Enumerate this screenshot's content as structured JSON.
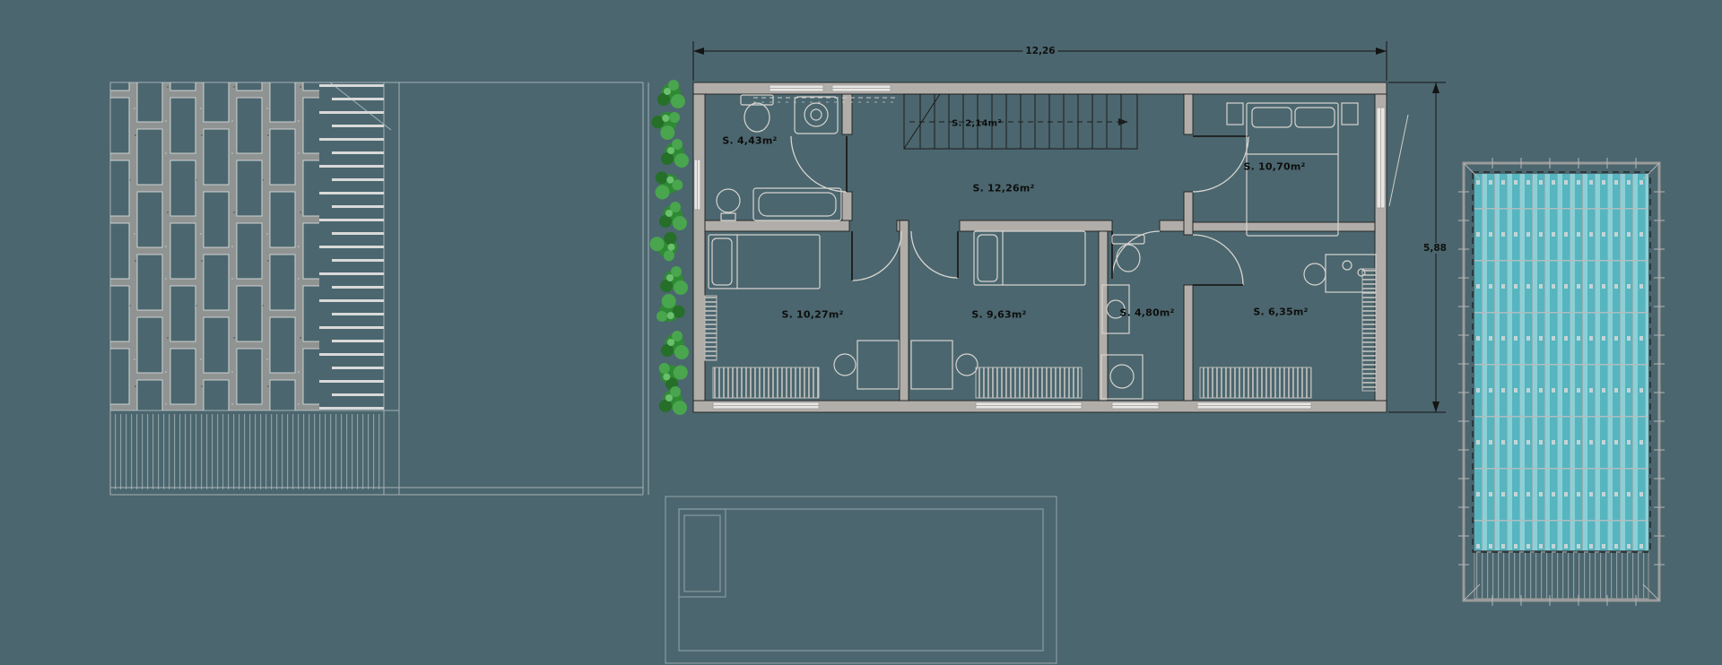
{
  "drawing": {
    "type": "architectural floor plan – upper storey with terrace, hedge and pool",
    "background_color": "#4B666E"
  },
  "dimensions": {
    "top_width": "12,26",
    "right_height": "5,88"
  },
  "rooms": [
    {
      "id": "bathroom-top",
      "label": "S. 4,43m²"
    },
    {
      "id": "staircase",
      "label": "S. 2,14m²"
    },
    {
      "id": "hall",
      "label": "S. 12,26m²"
    },
    {
      "id": "bedroom-ne",
      "label": "S. 10,70m²"
    },
    {
      "id": "bedroom-sw",
      "label": "S. 10,27m²"
    },
    {
      "id": "bedroom-s",
      "label": "S. 9,63m²"
    },
    {
      "id": "bathroom-small",
      "label": "S. 4,80m²"
    },
    {
      "id": "room-se",
      "label": "S. 6,35m²"
    }
  ],
  "colors": {
    "wall_fill": "#b1aeaa",
    "line_dark": "#1c1c1c",
    "fixture_line": "#d6d4d0",
    "window_fill": "#e9e7e3",
    "hedge_green_dark": "#256f29",
    "hedge_green_mid": "#2f8a34",
    "hedge_green_light": "#49a54e",
    "pool_water": "#56b5bf",
    "pool_stripe": "#8cd0d7",
    "pool_frame": "#9b9b9b",
    "paver_grout": "#8f9392",
    "deck_slat": "#d9d9d9",
    "patio_line": "#a9b8bc"
  }
}
